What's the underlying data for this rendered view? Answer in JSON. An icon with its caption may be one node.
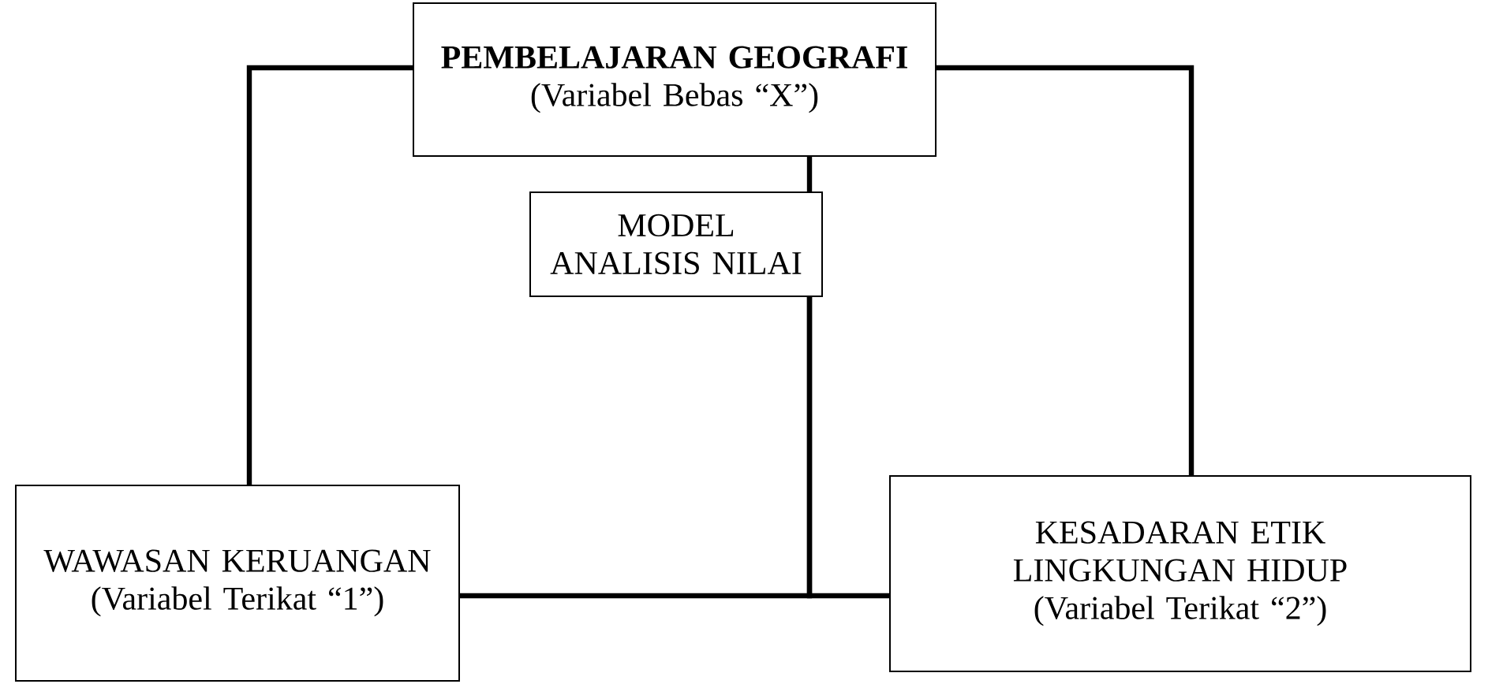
{
  "diagram": {
    "nodes": [
      {
        "text": [
          "PEMBELAJARAN GEOGRAFI",
          "(Variabel Bebas “X”)"
        ]
      },
      {
        "text": [
          "MODEL ANALISIS NILAI"
        ]
      },
      {
        "text": [
          "WAWASAN KERUANGAN",
          "(Variabel Terikat “1”)"
        ]
      },
      {
        "text": [
          "KESADARAN ETIK LINGKUNGAN HIDUP",
          "(Variabel Terikat “2”)"
        ]
      }
    ],
    "edges": [
      {
        "from": 0,
        "to": 1,
        "arrow": "none"
      },
      {
        "from": 0,
        "to": 2,
        "arrow": "none"
      },
      {
        "from": 0,
        "to": 3,
        "arrow": "none"
      },
      {
        "from": 1,
        "to": 2,
        "arrow": "none"
      },
      {
        "from": 1,
        "to": 3,
        "arrow": "none"
      }
    ]
  }
}
